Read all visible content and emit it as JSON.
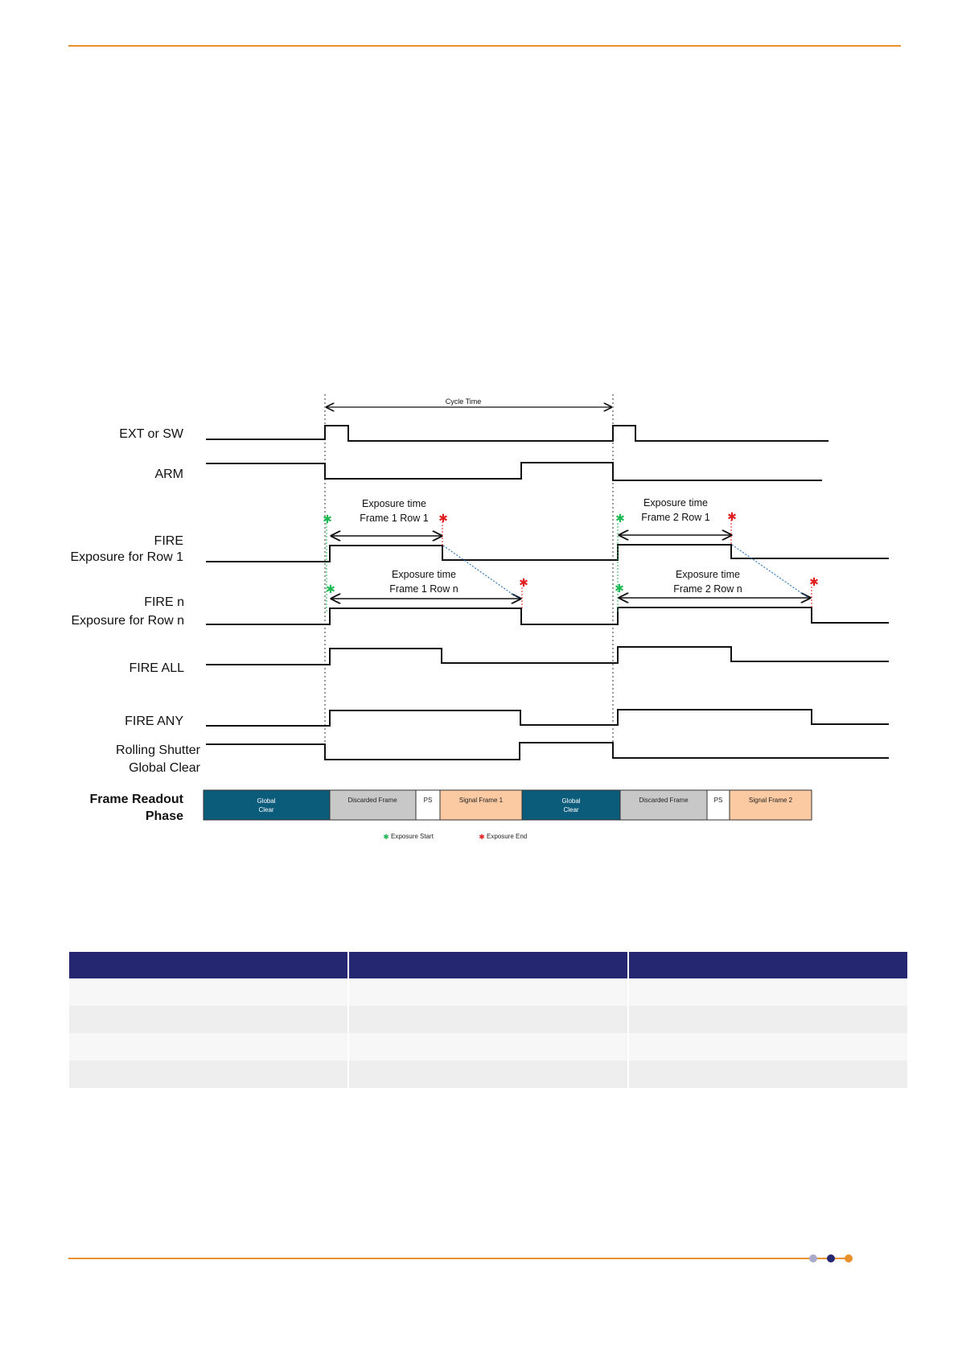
{
  "colors": {
    "accent_line": "#E8912A",
    "table_header": "#252770",
    "global_clear": "#0B5B7A",
    "discarded": "#C8C8C8",
    "ps": "#FFFFFF",
    "signal": "#FBC9A2",
    "start_marker": "#1DB954",
    "end_marker": "#E02020",
    "dot1": "#A9A9C8",
    "dot2": "#252770",
    "dot3": "#E8912A"
  },
  "diagram": {
    "cycle_label": "Cycle Time",
    "signals": [
      {
        "key": "ext",
        "lines": [
          "EXT or SW"
        ]
      },
      {
        "key": "arm",
        "lines": [
          "ARM"
        ]
      },
      {
        "key": "fire1",
        "lines": [
          "FIRE",
          "Exposure for Row 1"
        ]
      },
      {
        "key": "firen",
        "lines": [
          "FIRE n",
          "Exposure for Row n"
        ]
      },
      {
        "key": "fireall",
        "lines": [
          "FIRE ALL"
        ]
      },
      {
        "key": "fireany",
        "lines": [
          "FIRE ANY"
        ]
      },
      {
        "key": "rsgc",
        "lines": [
          "Rolling Shutter",
          "Global Clear"
        ]
      }
    ],
    "readout_label": [
      "Frame Readout",
      "Phase"
    ],
    "exposure_annotations": [
      {
        "lines": [
          "Exposure time",
          "Frame 1 Row 1"
        ]
      },
      {
        "lines": [
          "Exposure time",
          "Frame 1 Row n"
        ]
      },
      {
        "lines": [
          "Exposure time",
          "Frame 2 Row 1"
        ]
      },
      {
        "lines": [
          "Exposure time",
          "Frame 2 Row n"
        ]
      }
    ],
    "readout_segments": [
      {
        "type": "global_clear",
        "lines": [
          "Global",
          "Clear"
        ]
      },
      {
        "type": "discarded",
        "lines": [
          "Discarded Frame"
        ]
      },
      {
        "type": "ps",
        "lines": [
          "PS"
        ]
      },
      {
        "type": "signal",
        "lines": [
          "Signal Frame 1"
        ]
      },
      {
        "type": "global_clear",
        "lines": [
          "Global",
          "Clear"
        ]
      },
      {
        "type": "discarded",
        "lines": [
          "Discarded Frame"
        ]
      },
      {
        "type": "ps",
        "lines": [
          "PS"
        ]
      },
      {
        "type": "signal",
        "lines": [
          "Signal Frame 2"
        ]
      }
    ],
    "legend": {
      "start": "Exposure Start",
      "end": "Exposure End"
    }
  }
}
